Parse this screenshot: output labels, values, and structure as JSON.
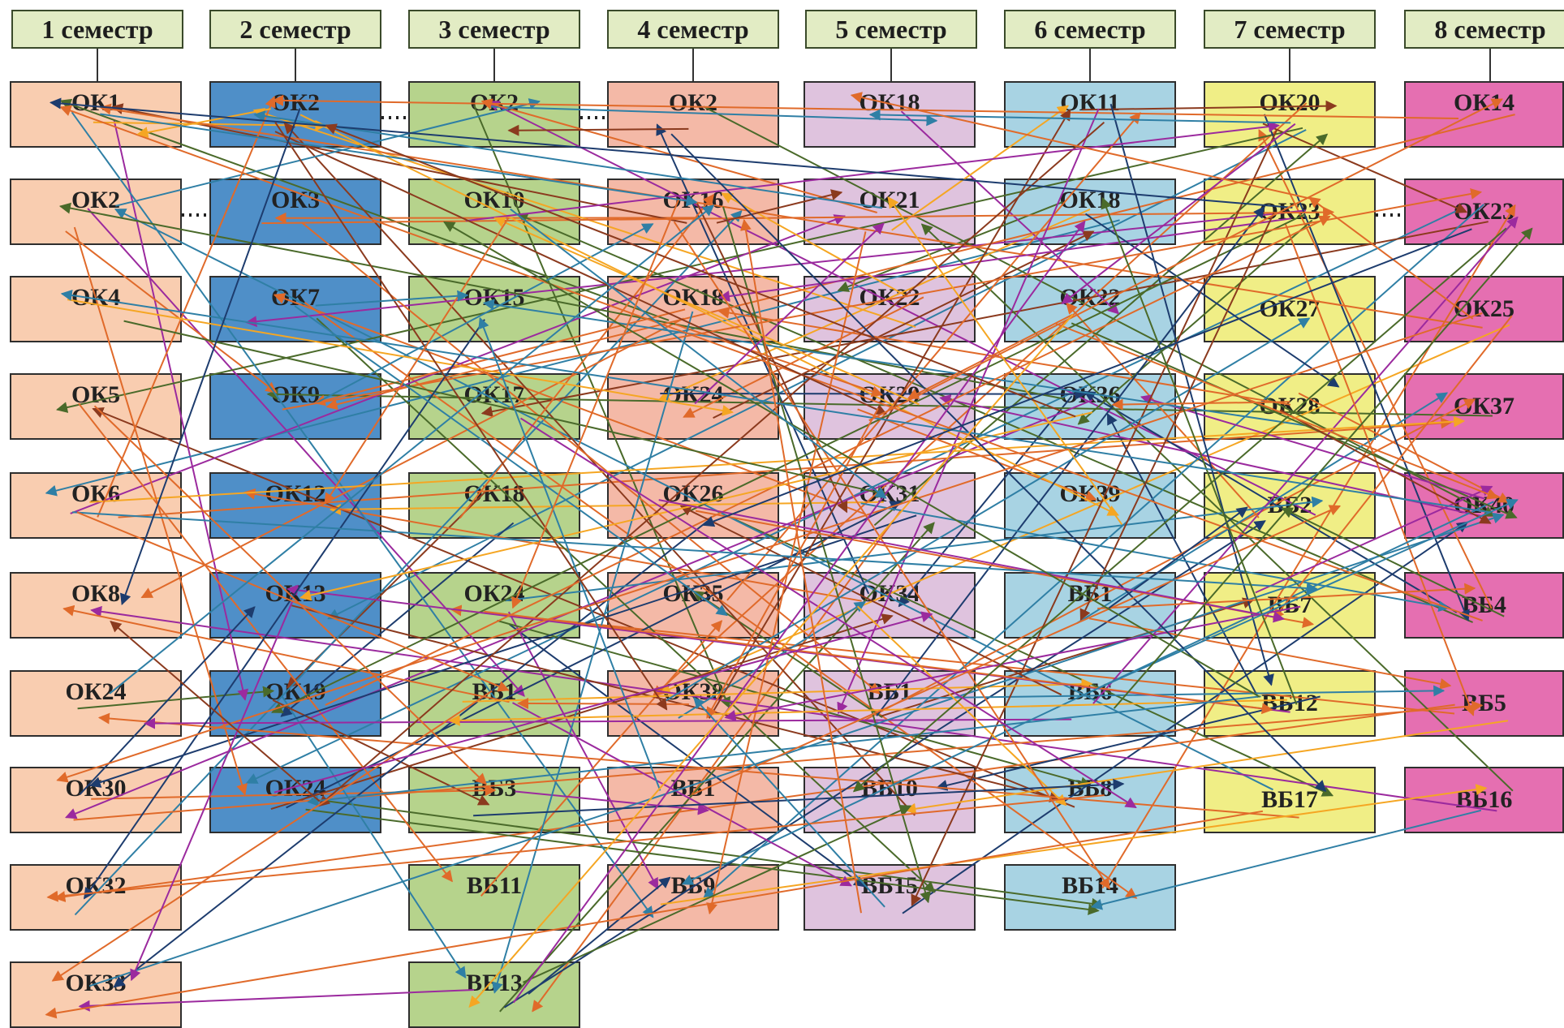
{
  "semesters": [
    {
      "label": "1 семестр",
      "color": "#f9cdb0",
      "courses": [
        "ОК1",
        "ОК2",
        "ОК4",
        "ОК5",
        "ОК6",
        "ОК8",
        "ОК24",
        "ОК30",
        "ОК32",
        "ОК33"
      ]
    },
    {
      "label": "2 семестр",
      "color": "#4f8fc8",
      "courses": [
        "ОК2",
        "ОК3",
        "ОК7",
        "ОК9",
        "ОК12",
        "ОК13",
        "ОК19",
        "ОК24"
      ]
    },
    {
      "label": "3 семестр",
      "color": "#b6d38c",
      "courses": [
        "ОК2",
        "ОК10",
        "ОК15",
        "ОК17",
        "ОК18",
        "ОК24",
        "ВБ1",
        "ВБ3",
        "ВБ11",
        "ВБ13"
      ]
    },
    {
      "label": "4 семестр",
      "color": "#f4b9a7",
      "courses": [
        "ОК2",
        "ОК16",
        "ОК18",
        "ОК24",
        "ОК26",
        "ОК35",
        "ОК38",
        "ВБ1",
        "ВБ9"
      ]
    },
    {
      "label": "5 семестр",
      "color": "#dfc3de",
      "courses": [
        "ОК18",
        "ОК21",
        "ОК22",
        "ОК29",
        "ОК31",
        "ОК34",
        "ВБ1",
        "ВБ10",
        "ВБ15"
      ]
    },
    {
      "label": "6 семестр",
      "color": "#a8d3e3",
      "courses": [
        "ОК11",
        "ОК18",
        "ОК22",
        "ОК36",
        "ОК39",
        "ВБ1",
        "ВБ6",
        "ВБ8",
        "ВБ14"
      ]
    },
    {
      "label": "7 семестр",
      "color": "#f0ee86",
      "courses": [
        "ОК20",
        "ОК23",
        "ОК27",
        "ОК28",
        "ВБ2",
        "ВБ7",
        "ВБ12",
        "ВБ17"
      ]
    },
    {
      "label": "8 семестр",
      "color": "#e56fb1",
      "courses": [
        "ОК14",
        "ОК23",
        "ОК25",
        "ОК37",
        "ОК40",
        "ВБ4",
        "ВБ5",
        "ВБ16"
      ]
    }
  ],
  "edge_colors": [
    "#e06a2a",
    "#e06a2a",
    "#e06a2a",
    "#f5a623",
    "#1d3c6e",
    "#4a6a2a",
    "#2f7fa5",
    "#9b2a9e",
    "#8b3a1e"
  ]
}
